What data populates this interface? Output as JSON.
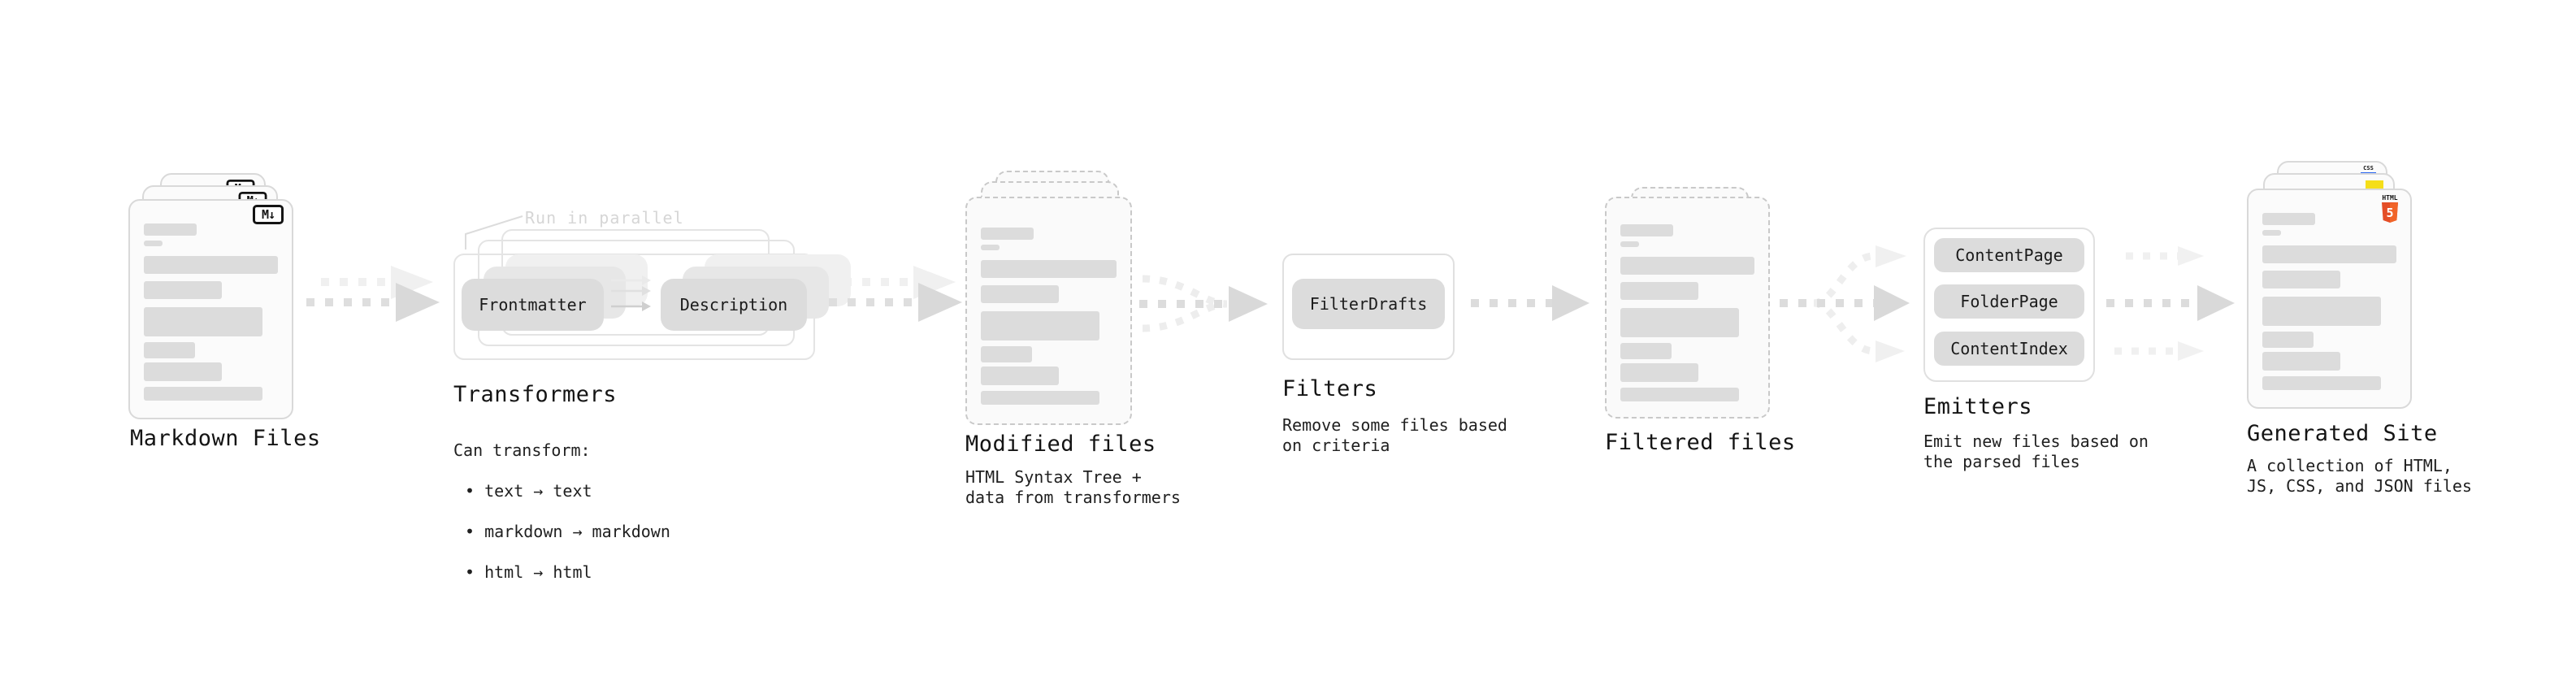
{
  "stages": {
    "markdown_files": {
      "label": "Markdown Files",
      "file_icon": "M↓"
    },
    "transformers": {
      "annotation": "Run in parallel",
      "left_pill": "Frontmatter",
      "right_pill": "Description",
      "label": "Transformers",
      "desc_heading": "Can transform:",
      "bullets": [
        "• text → text",
        "• markdown → markdown",
        "• html → html"
      ]
    },
    "modified_files": {
      "label": "Modified files",
      "desc": "HTML Syntax Tree +\ndata from transformers"
    },
    "filters": {
      "pill": "FilterDrafts",
      "label": "Filters",
      "desc": "Remove some files based\non criteria"
    },
    "filtered_files": {
      "label": "Filtered files"
    },
    "emitters": {
      "pills": [
        "ContentPage",
        "FolderPage",
        "ContentIndex"
      ],
      "label": "Emitters",
      "desc": "Emit new files based on\nthe parsed files"
    },
    "generated_site": {
      "label": "Generated Site",
      "desc": "A collection of HTML,\nJS, CSS, and JSON files",
      "css_badge": "CSS",
      "html_badge_label": "HTML",
      "html_badge_number": "5"
    }
  },
  "colors": {
    "card_border": "#d9d9d9",
    "dashed_border": "#c9c9c9",
    "skeleton_bar": "#dcdcdc",
    "pill_fill": "#dcdcdc",
    "arrow_main": "#d9d9d9",
    "arrow_faint": "#efefef",
    "annotation_gray": "#d6d6d6",
    "html5_orange": "#e44d26",
    "js_yellow": "#f5de19",
    "css_blue": "#2965f1"
  }
}
